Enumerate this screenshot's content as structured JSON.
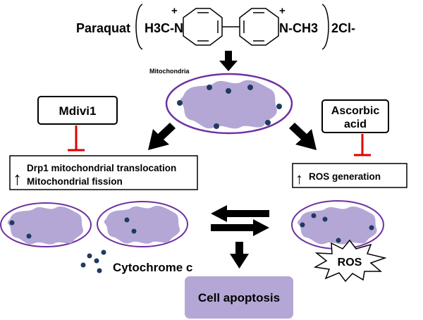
{
  "compound": {
    "name": "Paraquat",
    "left_group": "H3C-N",
    "right_group": "N-CH3",
    "charge": "+",
    "counter_ion": "2Cl-"
  },
  "organelle_label": "Mitochondria",
  "inhibitors": {
    "left": "Mdivi1",
    "right_line1": "Ascorbic",
    "right_line2": "acid"
  },
  "effects": {
    "left_line1": "Drp1 mitochondrial translocation",
    "left_line2": "Mitochondrial fission",
    "right": "ROS generation",
    "up_arrow": "↑"
  },
  "release_label": "Cytochrome c",
  "ros_label": "ROS",
  "outcome": "Cell apoptosis",
  "colors": {
    "membrane": "#7030a0",
    "matrix": "#b4a7d6",
    "granule": "#1f3a5f",
    "inhibit": "#e00000",
    "outcome_box": "#b4a7d6",
    "arrow": "#000000"
  }
}
